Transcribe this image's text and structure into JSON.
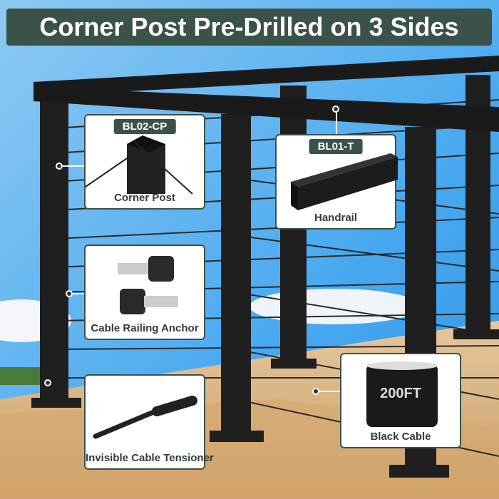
{
  "title": "Corner Post Pre-Drilled on 3 Sides",
  "callouts": {
    "corner_post": {
      "badge": "BL02-CP",
      "label": "Corner Post"
    },
    "handrail": {
      "badge": "BL01-T",
      "label": "Handrail"
    },
    "anchor": {
      "label": "Cable Railing Anchor"
    },
    "tensioner": {
      "label": "Invisible Cable Tensioner"
    },
    "cable": {
      "label": "Black Cable",
      "spool_text": "200FT"
    }
  },
  "colors": {
    "accent": "#3b5249",
    "post": "#1e1e1e",
    "deck": "#d9b88a"
  }
}
